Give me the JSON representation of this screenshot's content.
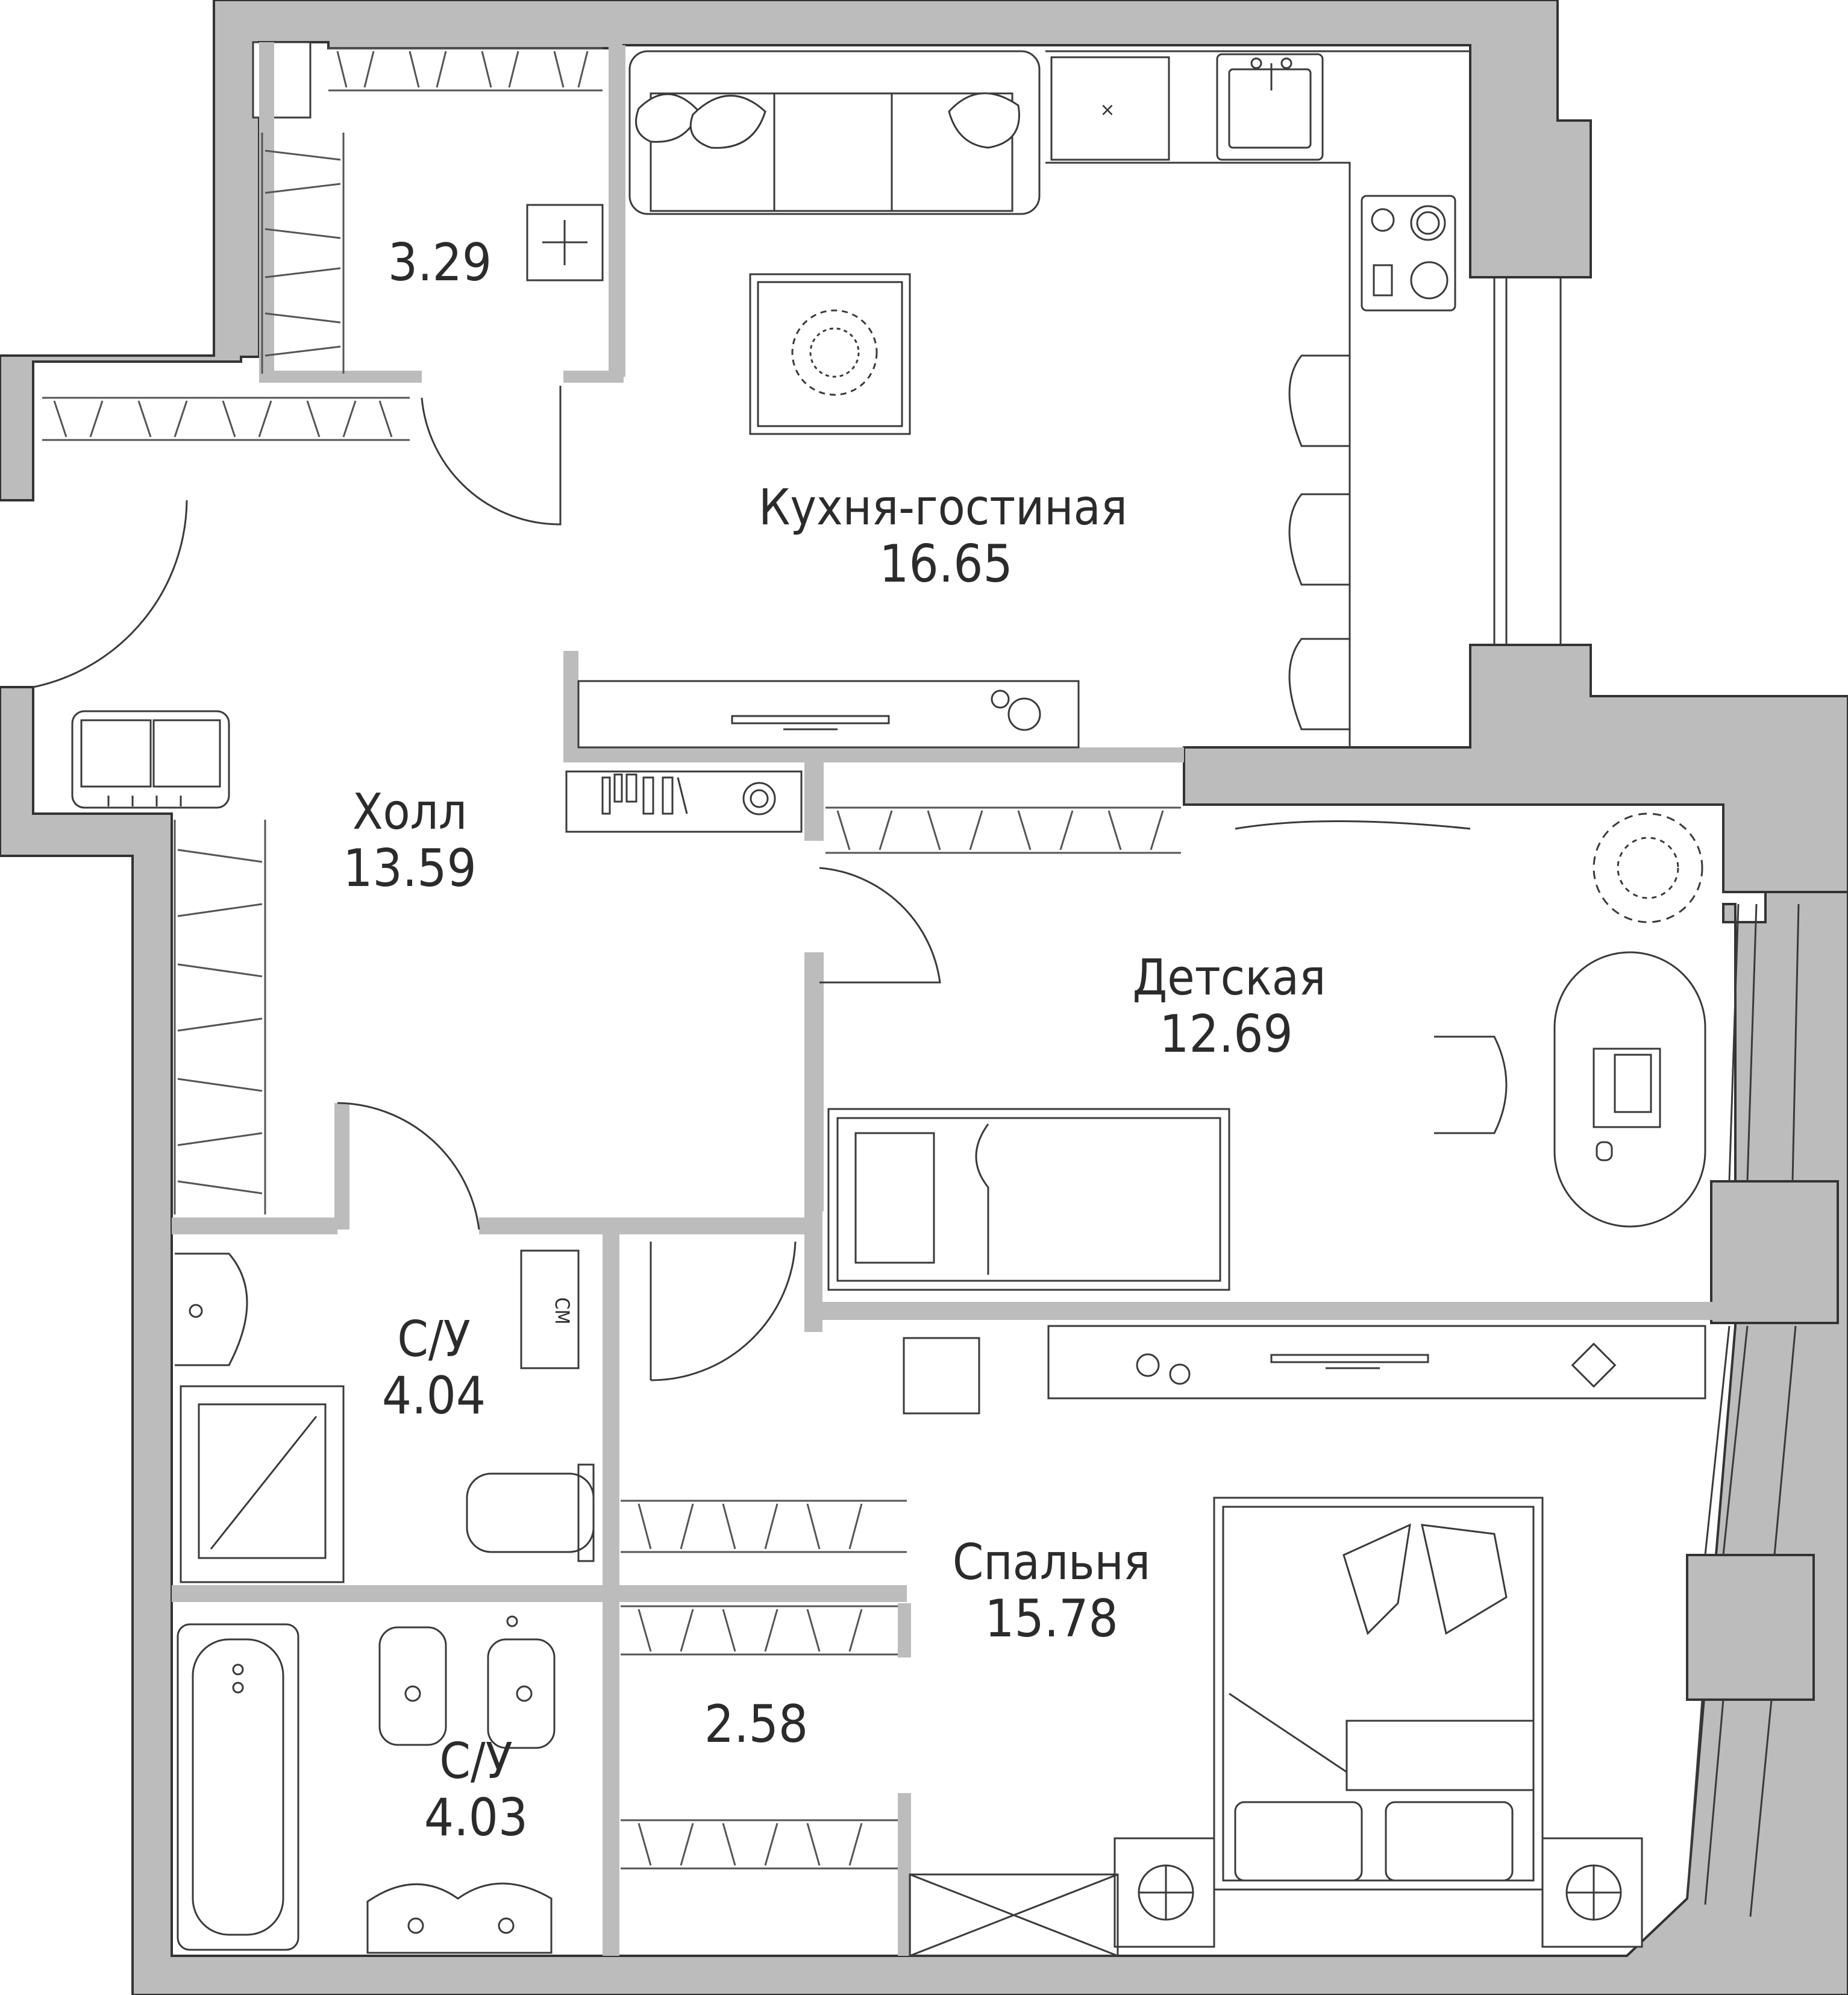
{
  "rooms": {
    "storage_small": {
      "area": "3.29"
    },
    "kitchen_living": {
      "name": "Кухня-гостиная",
      "area": "16.65"
    },
    "hall": {
      "name": "Холл",
      "area": "13.59"
    },
    "kids_room": {
      "name": "Детская",
      "area": "12.69"
    },
    "bathroom_1": {
      "name": "С/У",
      "area": "4.04"
    },
    "bedroom": {
      "name": "Спальня",
      "area": "15.78"
    },
    "bathroom_2": {
      "name": "С/У",
      "area": "4.03"
    },
    "wardrobe": {
      "area": "2.58"
    }
  },
  "fixtures": {
    "washing_machine": "СМ"
  },
  "colors": {
    "wall": "#bcbcbc",
    "line": "#333333",
    "background": "#ffffff"
  }
}
